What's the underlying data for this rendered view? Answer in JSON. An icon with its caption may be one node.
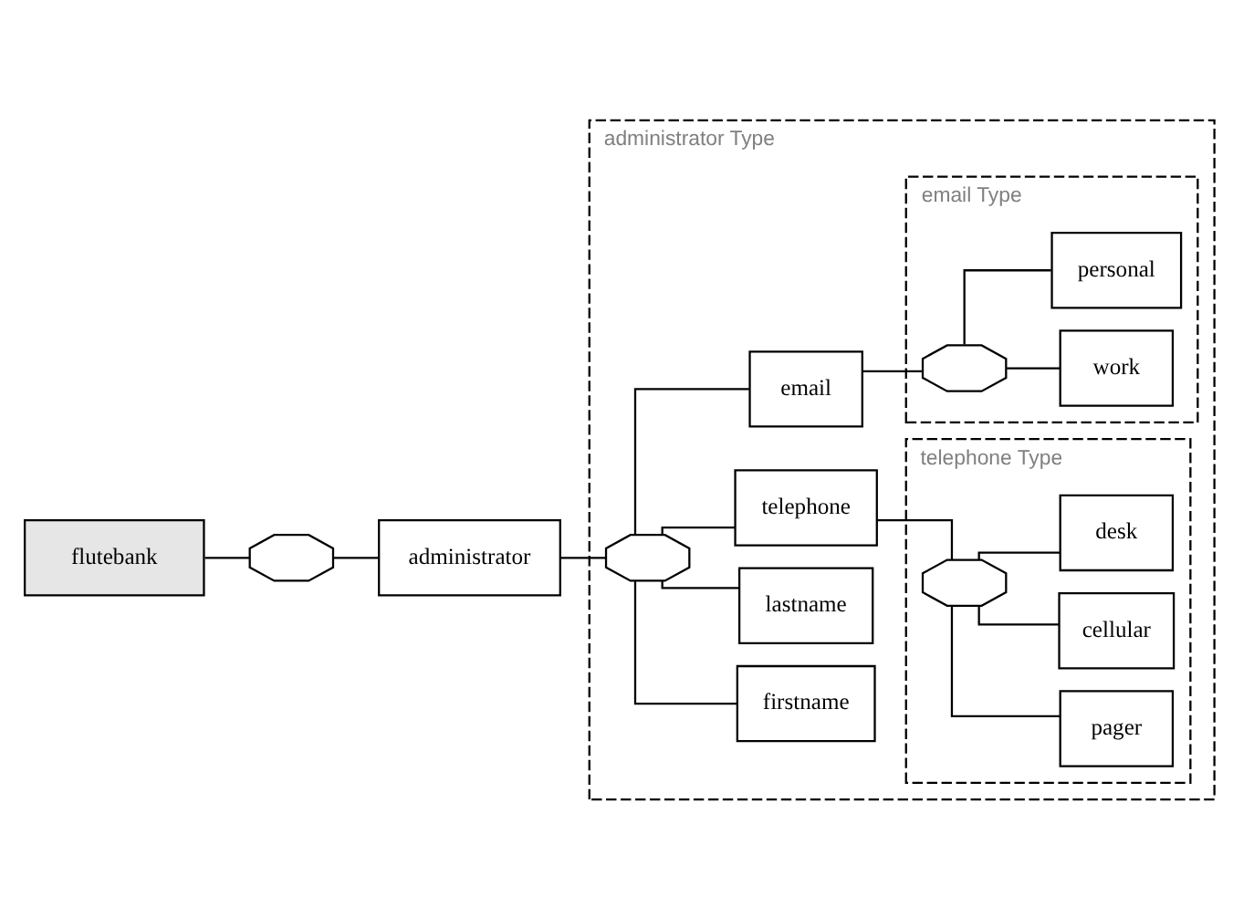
{
  "diagram": {
    "nodes": [
      {
        "text": [
          "flutebank"
        ]
      },
      {
        "text": [],
        "shape": "octagon"
      },
      {
        "text": [
          "administrator"
        ]
      },
      {
        "text": [
          "administrator Type"
        ]
      },
      {
        "text": [],
        "shape": "octagon",
        "in": 3
      },
      {
        "text": [
          "firstname"
        ],
        "in": 3
      },
      {
        "text": [
          "lastname"
        ],
        "in": 3
      },
      {
        "text": [
          "telephone"
        ],
        "in": 3
      },
      {
        "text": [
          "telephone Type"
        ],
        "in": 3
      },
      {
        "text": [],
        "shape": "octagon",
        "in": 8
      },
      {
        "text": [
          "pager"
        ],
        "in": 8
      },
      {
        "text": [
          "cellular"
        ],
        "in": 8
      },
      {
        "text": [
          "desk"
        ],
        "in": 8
      },
      {
        "text": [
          "email"
        ],
        "in": 3
      },
      {
        "text": [
          "email Type"
        ],
        "in": 3
      },
      {
        "text": [],
        "shape": "octagon",
        "in": 14
      },
      {
        "text": [
          "work"
        ],
        "in": 14
      },
      {
        "text": [
          "personal"
        ],
        "in": 14
      }
    ],
    "edges": [
      {
        "from": 0,
        "to": 1,
        "arrow": "none"
      },
      {
        "from": 1,
        "to": 2,
        "arrow": "none"
      },
      {
        "from": 2,
        "to": 4,
        "arrow": "none"
      },
      {
        "from": 4,
        "to": 5,
        "arrow": "none"
      },
      {
        "from": 4,
        "to": 6,
        "arrow": "none"
      },
      {
        "from": 4,
        "to": 7,
        "arrow": "none"
      },
      {
        "from": 4,
        "to": 13,
        "arrow": "none"
      },
      {
        "from": 7,
        "to": 9,
        "arrow": "none"
      },
      {
        "from": 9,
        "to": 10,
        "arrow": "none"
      },
      {
        "from": 9,
        "to": 11,
        "arrow": "none"
      },
      {
        "from": 9,
        "to": 12,
        "arrow": "none"
      },
      {
        "from": 13,
        "to": 15,
        "arrow": "none"
      },
      {
        "from": 15,
        "to": 16,
        "arrow": "none"
      },
      {
        "from": 15,
        "to": 17,
        "arrow": "none"
      }
    ]
  }
}
